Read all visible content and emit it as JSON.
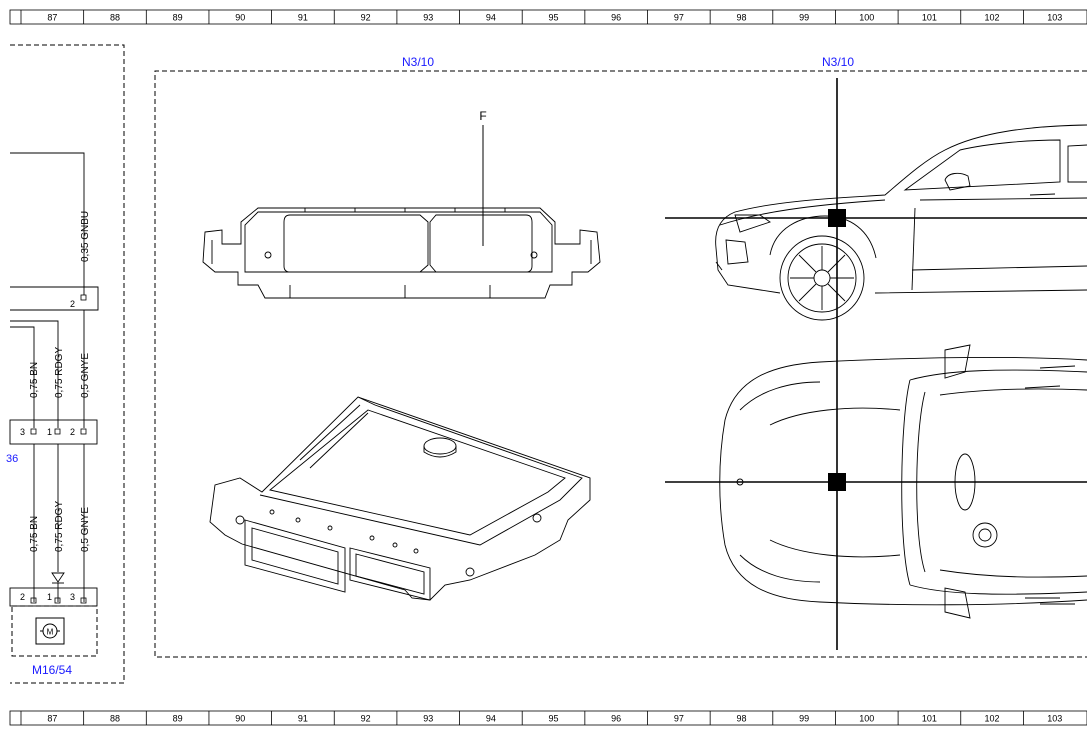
{
  "ruler": {
    "columns": [
      "87",
      "88",
      "89",
      "90",
      "91",
      "92",
      "93",
      "94",
      "95",
      "96",
      "97",
      "98",
      "99",
      "100",
      "101",
      "102",
      "103"
    ]
  },
  "labels": {
    "component_left": "N3/10",
    "component_right": "N3/10",
    "pointer_f": "F",
    "motor_label": "M16/54",
    "partial_label": "36",
    "motor_symbol": "M"
  },
  "wires": {
    "top": "0,35 GNBU",
    "upper": [
      "0,75 BN",
      "0,75 RDGY",
      "0,5 GNYE"
    ],
    "lower": [
      "0,75 BN",
      "0,75 RDGY",
      "0,5 GNYE"
    ]
  },
  "pins": {
    "top_connector": "2",
    "mid_connector": [
      "3",
      "1",
      "2"
    ],
    "motor_connector": [
      "2",
      "1",
      "3"
    ]
  },
  "colors": {
    "line": "#000000",
    "label_blue": "#1a1aff",
    "background": "#ffffff"
  }
}
